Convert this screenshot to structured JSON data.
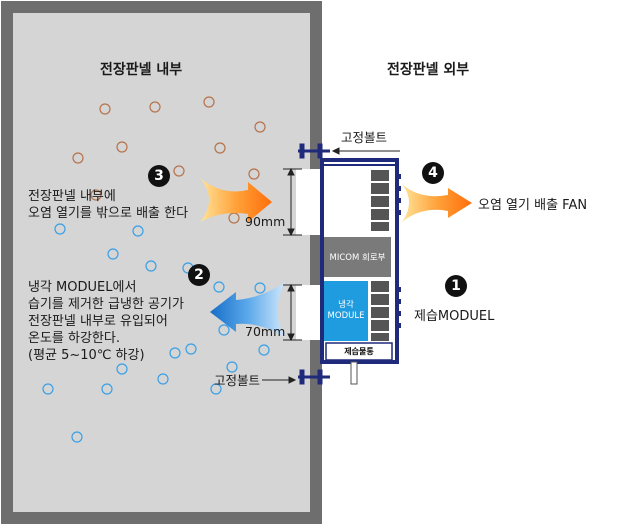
{
  "labels": {
    "inside_title": "전장판넬 내부",
    "outside_title": "전장판넬 외부",
    "bolt_top": "고정볼트",
    "bolt_bottom": "고정볼트",
    "dim_top": "90mm",
    "dim_bottom": "70mm",
    "micom": "MICOM 회로부",
    "cooling_module": "냉각\nMODULE",
    "drain": "제습물통"
  },
  "steps": [
    {
      "number": "1",
      "text": "제습MODUEL"
    },
    {
      "number": "2",
      "text": "냉각 MODUEL에서\n습기를 제거한 급냉한 공기가\n전장판넬 내부로 유입되어\n온도를 하강한다.\n(평균 5~10℃ 하강)"
    },
    {
      "number": "3",
      "text": "전장판넬 내부에\n오염 열기를 밖으로 배출 한다"
    },
    {
      "number": "4",
      "text": "오염 열기 배출 FAN"
    }
  ],
  "colors": {
    "panel_fill": "#d5d5d5",
    "panel_border": "#6e6e6e",
    "frame": "#1f2a7a",
    "micom_box": "#7a7a7a",
    "module_box": "#1f9be0",
    "hot_arrow": "#ff7f14",
    "cool_arrow": "#1d7fd6",
    "hot_particle": "#b5734b",
    "cool_particle": "#3aa0e6"
  }
}
